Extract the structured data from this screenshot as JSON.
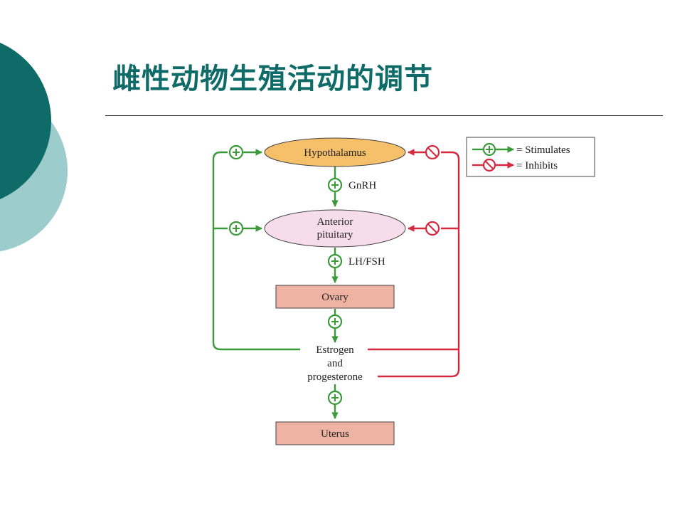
{
  "slide": {
    "title": "雌性动物生殖活动的调节"
  },
  "diagram": {
    "nodes": {
      "hypothalamus": "Hypothalamus",
      "anterior_line1": "Anterior",
      "anterior_line2": "pituitary",
      "ovary": "Ovary",
      "estrogen_line1": "Estrogen",
      "estrogen_line2": "and",
      "estrogen_line3": "progesterone",
      "uterus": "Uterus"
    },
    "edge_labels": {
      "gnrh": "GnRH",
      "lhfsh": "LH/FSH"
    },
    "legend": {
      "stimulates": "= Stimulates",
      "inhibits": "= Inhibits"
    },
    "colors": {
      "stimulate": "#3a9a3a",
      "inhibit": "#d6283f",
      "hypothalamus_fill": "#f6c06a",
      "pituitary_fill": "#f7dceb",
      "box_fill": "#efb3a3",
      "brand_dark": "#0f6b68",
      "brand_light": "#8ec6c6"
    }
  }
}
